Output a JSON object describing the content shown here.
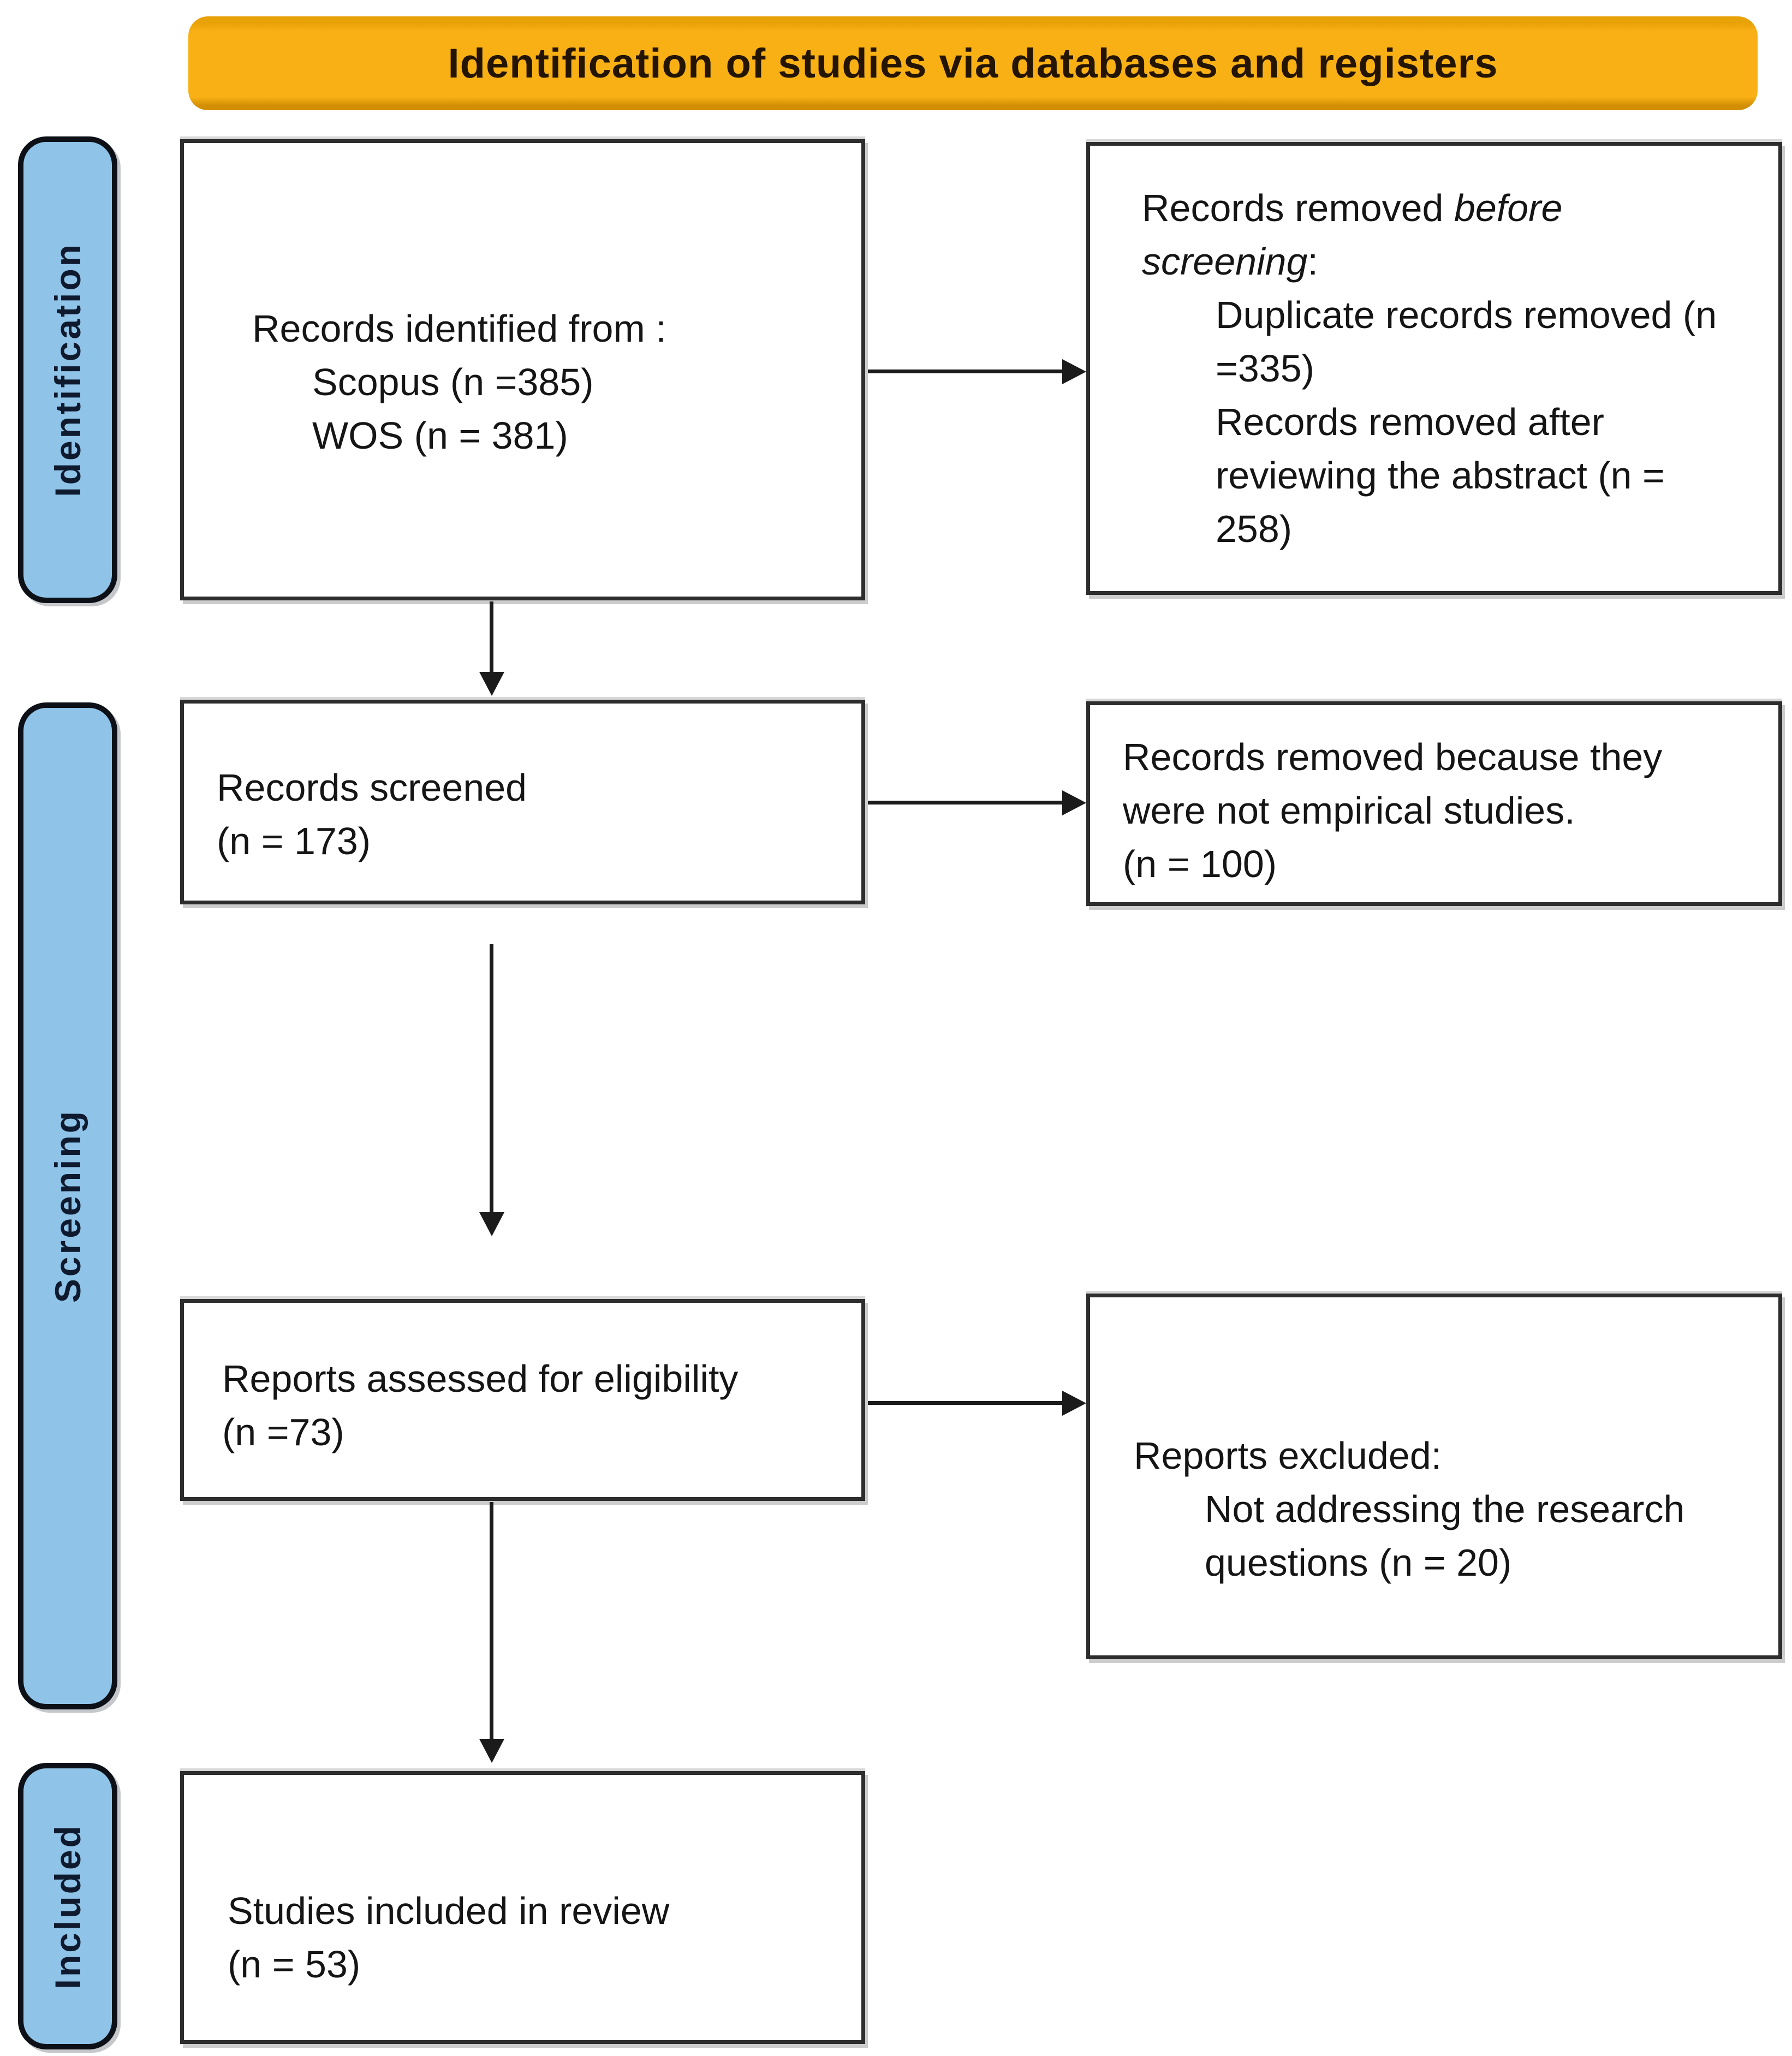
{
  "header": {
    "title": "Identification of studies via databases and registers"
  },
  "stages": {
    "identification": "Identification",
    "screening": "Screening",
    "included": "Included"
  },
  "boxes": {
    "identified": {
      "title": "Records identified from :",
      "items": [
        "Scopus (n =385)",
        "WOS (n = 381)"
      ]
    },
    "removed_before": {
      "prefix": "Records removed ",
      "italic_line1": "before",
      "italic_line2": "screening",
      "colon": ":",
      "items": [
        "Duplicate records removed (n",
        "=335)",
        "Records removed after",
        "reviewing the abstract (n =",
        "258)"
      ]
    },
    "screened": {
      "lines": [
        "Records screened",
        "(n = 173)"
      ]
    },
    "not_empirical": {
      "lines": [
        "Records removed because they",
        "were not empirical studies.",
        "(n = 100)"
      ]
    },
    "assessed": {
      "lines": [
        "Reports assessed for eligibility",
        "(n =73)"
      ]
    },
    "excluded": {
      "title": "Reports excluded:",
      "items": [
        "Not addressing the research",
        "questions (n = 20)"
      ]
    },
    "included": {
      "lines": [
        "Studies included in review",
        "(n = 53)"
      ]
    }
  },
  "colors": {
    "banner_bg": "#F8B015",
    "banner_text": "#241502",
    "pill_bg": "#8FC3E8",
    "pill_border": "#0D1117",
    "pill_text": "#0F1A2E",
    "box_border": "#2D2D2D",
    "box_text": "#151515",
    "arrow": "#1B1B1B"
  }
}
